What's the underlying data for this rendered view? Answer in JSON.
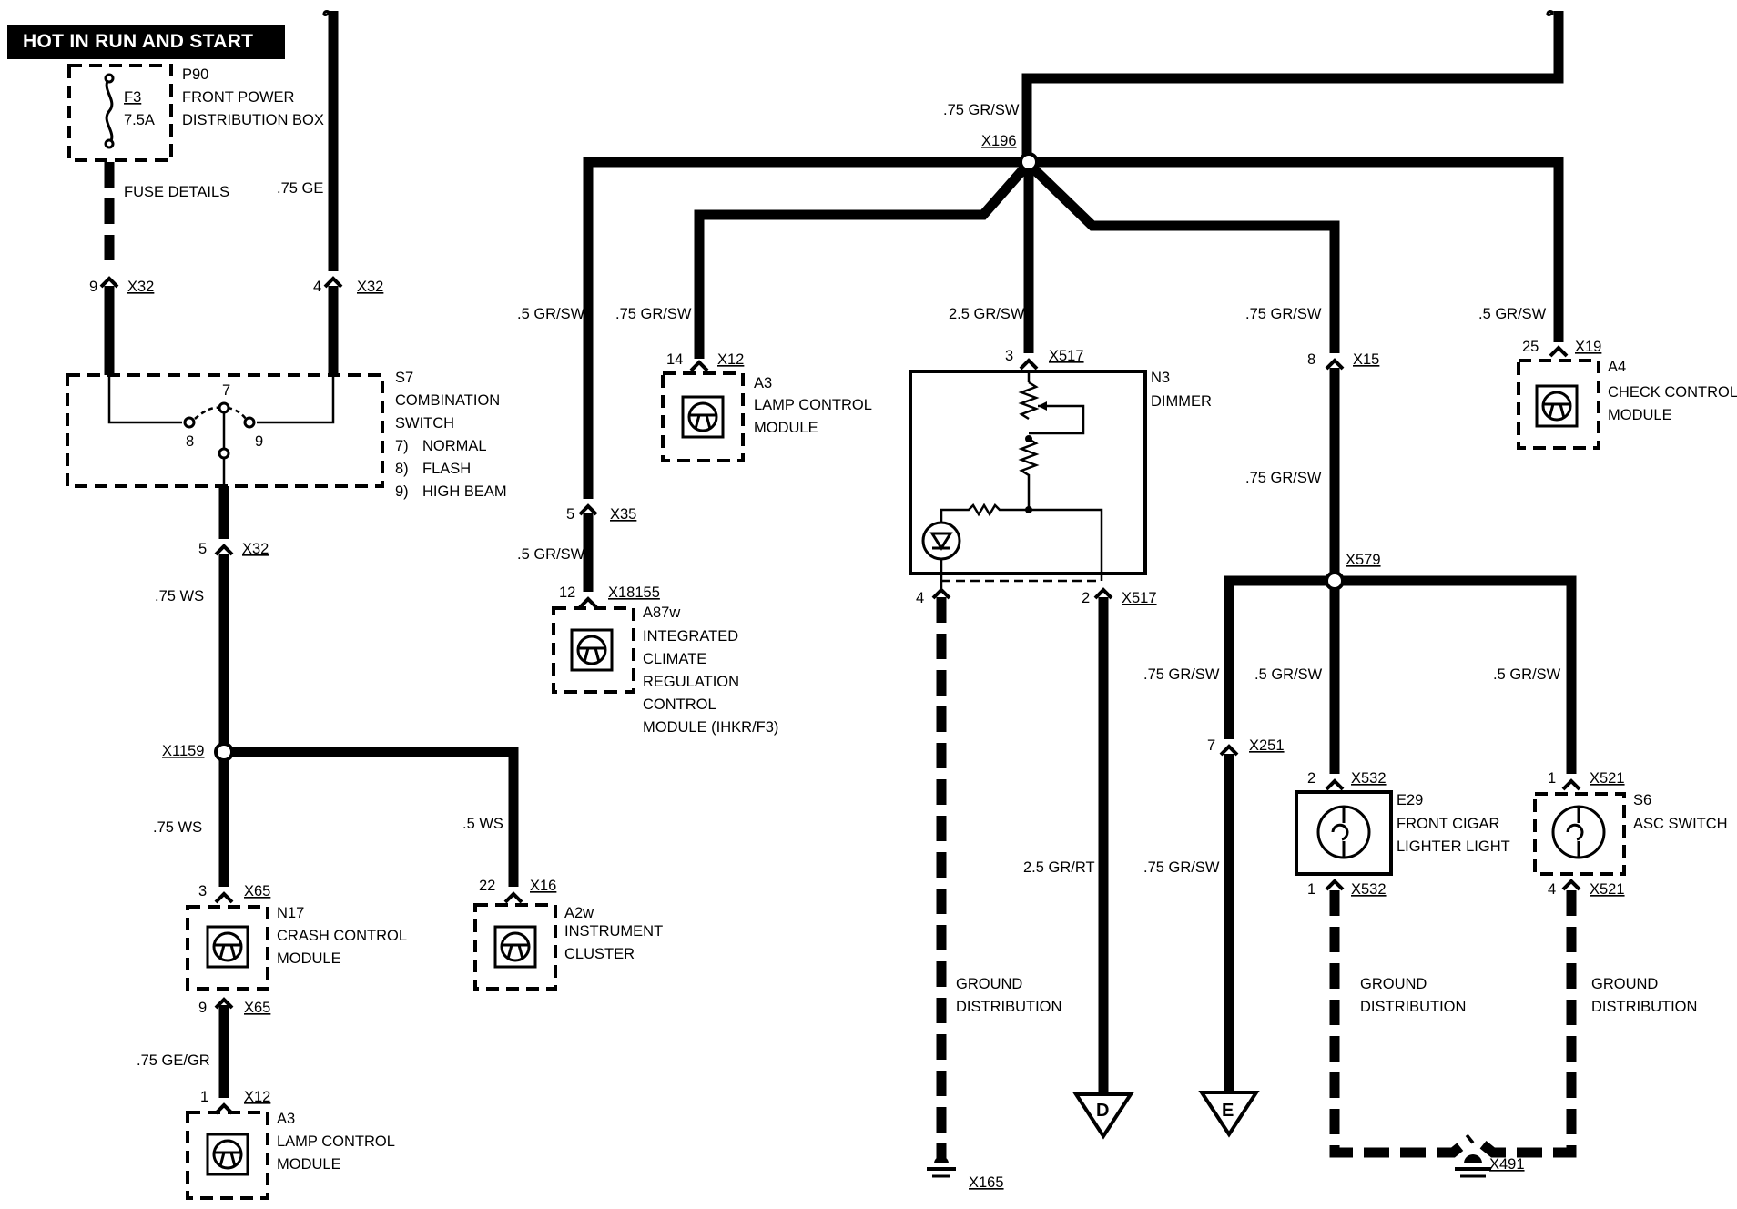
{
  "header": {
    "title": "HOT IN RUN AND START"
  },
  "fuse": {
    "box_id": "P90",
    "box_name_1": "FRONT POWER",
    "box_name_2": "DISTRIBUTION BOX",
    "fuse_id": "F3",
    "rating": "7.5A",
    "details": "FUSE DETAILS"
  },
  "left": {
    "wire_ge": ".75 GE",
    "x32_pin9": "9",
    "x32_a": "X32",
    "x32_pin4": "4",
    "x32_b": "X32",
    "s7": {
      "id": "S7",
      "name_1": "COMBINATION",
      "name_2": "SWITCH",
      "pos7": "7)",
      "pos7_label": "NORMAL",
      "pos8": "8)",
      "pos8_label": "FLASH",
      "pos9": "9)",
      "pos9_label": "HIGH BEAM",
      "pin7": "7",
      "pin8": "8",
      "pin9": "9"
    },
    "x32_pin5": "5",
    "x32_c": "X32",
    "wire_ws_1": ".75 WS",
    "splice": "X1159",
    "wire_ws_2": ".75 WS",
    "wire_ws_3": ".5 WS",
    "n17": {
      "pin": "3",
      "conn": "X65",
      "id": "N17",
      "name_1": "CRASH CONTROL",
      "name_2": "MODULE",
      "pin_out": "9",
      "conn_out": "X65"
    },
    "a2w": {
      "pin": "22",
      "conn": "X16",
      "id": "A2w",
      "name_1": "INSTRUMENT",
      "name_2": "CLUSTER"
    },
    "wire_gegr": ".75 GE/GR",
    "a3_bottom": {
      "pin": "1",
      "conn": "X12",
      "id": "A3",
      "name_1": "LAMP CONTROL",
      "name_2": "MODULE"
    }
  },
  "right": {
    "wire_top": ".75 GR/SW",
    "splice_top": "X196",
    "wire_a87": ".5 GR/SW",
    "wire_a3": ".75 GR/SW",
    "wire_n3": "2.5 GR/SW",
    "wire_x15": ".75 GR/SW",
    "wire_a4": ".5 GR/SW",
    "a3": {
      "pin": "14",
      "conn": "X12",
      "id": "A3",
      "name_1": "LAMP CONTROL",
      "name_2": "MODULE"
    },
    "x35": {
      "pin": "5",
      "conn": "X35"
    },
    "wire_a87_2": ".5 GR/SW",
    "a87w": {
      "pin": "12",
      "conn": "X18155",
      "id": "A87w",
      "name_1": "INTEGRATED",
      "name_2": "CLIMATE",
      "name_3": "REGULATION",
      "name_4": "CONTROL",
      "name_5": "MODULE (IHKR/F3)"
    },
    "n3": {
      "pin": "3",
      "conn": "X517",
      "id": "N3",
      "name": "DIMMER",
      "pin_4": "4",
      "pin_2": "2",
      "conn_2": "X517"
    },
    "x15": {
      "pin": "8",
      "conn": "X15"
    },
    "wire_x579": ".75 GR/SW",
    "splice_x579": "X579",
    "a4": {
      "pin": "25",
      "conn": "X19",
      "id": "A4",
      "name_1": "CHECK CONTROL",
      "name_2": "MODULE"
    },
    "wire_e": ".75 GR/SW",
    "wire_e29": ".5 GR/SW",
    "wire_s6": ".5 GR/SW",
    "x251": {
      "pin": "7",
      "conn": "X251"
    },
    "e29": {
      "pin": "2",
      "conn": "X532",
      "id": "E29",
      "name_1": "FRONT CIGAR",
      "name_2": "LIGHTER LIGHT",
      "pin_out": "1",
      "conn_out": "X532"
    },
    "s6": {
      "pin": "1",
      "conn": "X521",
      "id": "S6",
      "name_1": "ASC SWITCH",
      "pin_out": "4",
      "conn_out": "X521"
    },
    "wire_d": "2.5 GR/RT",
    "wire_e_2": ".75 GR/SW",
    "ground_1": "GROUND",
    "ground_1b": "DISTRIBUTION",
    "ground_2": "GROUND",
    "ground_2b": "DISTRIBUTION",
    "ground_3": "GROUND",
    "ground_3b": "DISTRIBUTION",
    "term_d": "D",
    "term_e": "E",
    "gnd_x165": "X165",
    "gnd_x491": "X491"
  }
}
